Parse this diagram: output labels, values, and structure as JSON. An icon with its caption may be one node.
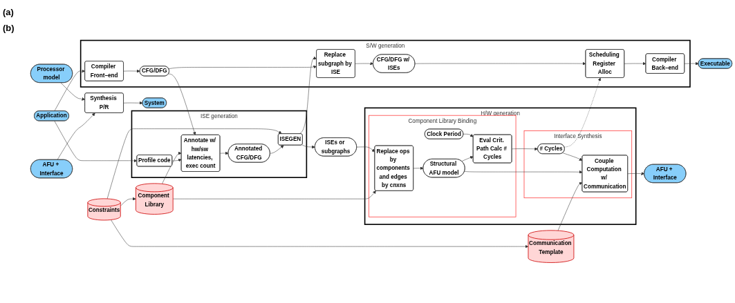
{
  "diagram": {
    "nodes": [
      {
        "text": [
          "S/W generation"
        ]
      },
      {
        "text": [
          "Compiler Front–end"
        ],
        "in": 0
      },
      {
        "text": [
          "CFG/DFG"
        ],
        "in": 0
      },
      {
        "text": [
          "Replace subgraph by ISE"
        ],
        "in": 0
      },
      {
        "text": [
          "CFG/DFG w/ ISEs"
        ],
        "in": 0
      },
      {
        "text": [
          "Scheduling Register Alloc"
        ],
        "in": 0
      },
      {
        "text": [
          "Compiler Back–end"
        ],
        "in": 0
      },
      {
        "text": [
          "Executable"
        ]
      },
      {
        "text": [
          "Application"
        ]
      },
      {
        "text": [
          "ISE generation"
        ]
      },
      {
        "text": [
          "Profile code"
        ],
        "in": 9
      },
      {
        "text": [
          "Annotate w/ hw/sw latencies, exec count"
        ],
        "in": 9
      },
      {
        "text": [
          "Annotated CFG/DFG"
        ],
        "in": 9
      },
      {
        "text": [
          "ISEGEN"
        ],
        "in": 9
      },
      {
        "text": [
          "ISEs or subgraphs"
        ]
      },
      {
        "text": [
          "Component Library"
        ]
      },
      {
        "text": [
          "Constraints"
        ]
      },
      {
        "text": [
          "Communication Template"
        ]
      },
      {
        "text": [
          "H/W generation"
        ]
      },
      {
        "text": [
          "Component Library Binding"
        ],
        "in": 18
      },
      {
        "text": [
          "Replace ops by components and edges by cnxns"
        ],
        "in": 19
      },
      {
        "text": [
          "Structural AFU model"
        ],
        "in": 19
      },
      {
        "text": [
          "Clock Period"
        ],
        "in": 19
      },
      {
        "text": [
          "Eval Crit. Path Calc # Cycles"
        ],
        "in": 19
      },
      {
        "text": [
          "Interface Synthesis"
        ],
        "in": 18
      },
      {
        "text": [
          "Couple Computation w/ Communication"
        ],
        "in": 24
      },
      {
        "text": [
          "# Cycles"
        ],
        "in": 24
      },
      {
        "text": [
          "AFU + Interface"
        ]
      },
      {
        "text": [
          "AFU + Interface"
        ]
      },
      {
        "text": [
          "Processor model"
        ]
      },
      {
        "text": [
          "Synthesis P/R"
        ]
      },
      {
        "text": [
          "System"
        ]
      }
    ],
    "edges": [
      {
        "from": 8,
        "to": 1,
        "arrow": "to"
      },
      {
        "from": 8,
        "to": 10,
        "arrow": "to"
      },
      {
        "from": 1,
        "to": 2,
        "arrow": "to"
      },
      {
        "from": 2,
        "to": 3,
        "arrow": "to"
      },
      {
        "from": 3,
        "to": 4,
        "arrow": "to"
      },
      {
        "from": 4,
        "to": 5,
        "arrow": "to"
      },
      {
        "from": 5,
        "to": 6,
        "arrow": "to"
      },
      {
        "from": 6,
        "to": 7,
        "arrow": "to"
      },
      {
        "from": 2,
        "to": 11,
        "arrow": "to"
      },
      {
        "from": 10,
        "to": 11,
        "arrow": "to"
      },
      {
        "from": 11,
        "to": 12,
        "arrow": "to"
      },
      {
        "from": 12,
        "to": 13,
        "arrow": "to"
      },
      {
        "from": 13,
        "to": 14,
        "arrow": "to"
      },
      {
        "from": 13,
        "to": 3,
        "arrow": "to"
      },
      {
        "from": 15,
        "to": 11,
        "arrow": "to"
      },
      {
        "from": 16,
        "to": 13,
        "arrow": "to"
      },
      {
        "from": 16,
        "to": 15,
        "arrow": "to"
      },
      {
        "from": 16,
        "to": 17,
        "arrow": "to"
      },
      {
        "from": 15,
        "to": 20,
        "arrow": "to"
      },
      {
        "from": 14,
        "to": 20,
        "arrow": "to"
      },
      {
        "from": 17,
        "to": 25,
        "arrow": "to"
      },
      {
        "from": 20,
        "to": 21,
        "arrow": "to"
      },
      {
        "from": 21,
        "to": 23,
        "arrow": "to"
      },
      {
        "from": 22,
        "to": 23,
        "arrow": "to"
      },
      {
        "from": 23,
        "to": 26,
        "arrow": "to"
      },
      {
        "from": 21,
        "to": 25,
        "arrow": "to"
      },
      {
        "from": 26,
        "to": 25,
        "arrow": "to"
      },
      {
        "from": 25,
        "to": 27,
        "arrow": "to"
      },
      {
        "from": 26,
        "to": 5,
        "arrow": "to",
        "style": "dashed"
      },
      {
        "from": 28,
        "to": 30,
        "arrow": "to"
      },
      {
        "from": 29,
        "to": 30,
        "arrow": "to"
      },
      {
        "from": 30,
        "to": 31,
        "arrow": "to"
      }
    ],
    "labels": [
      "(a)",
      "(b)"
    ]
  }
}
